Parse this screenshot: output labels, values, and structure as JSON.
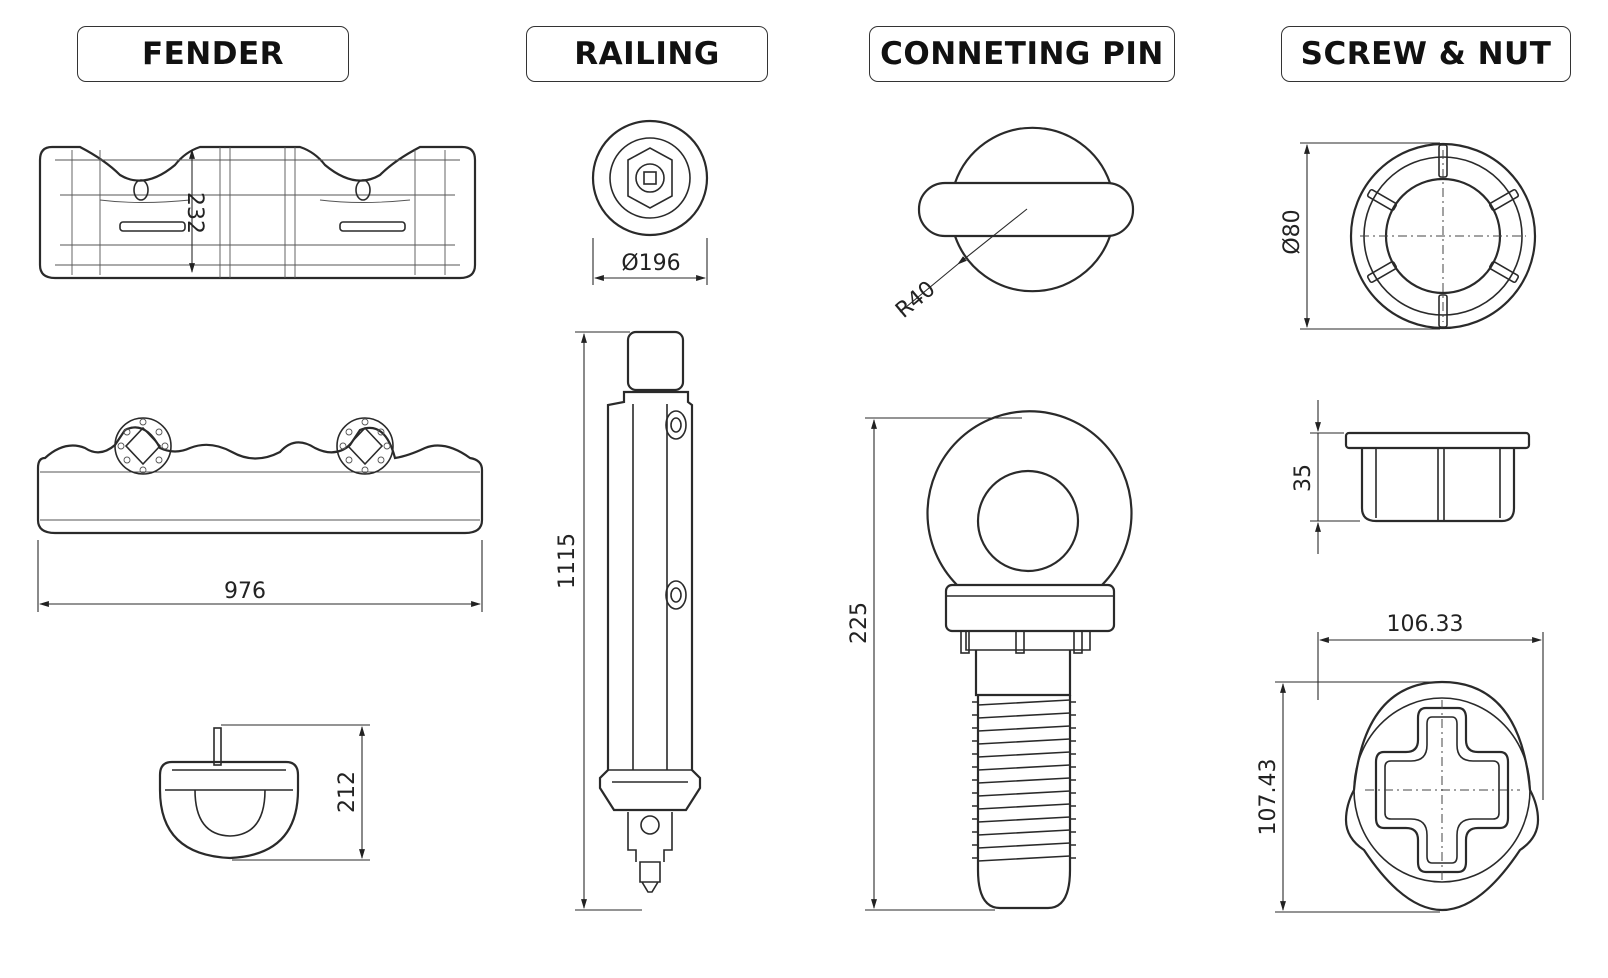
{
  "titles": {
    "fender": "FENDER",
    "railing": "RAILING",
    "connecting_pin": "CONNETING PIN",
    "screw_nut": "SCREW & NUT"
  },
  "dimensions": {
    "fender_height_top": "232",
    "fender_length": "976",
    "fender_section_height": "212",
    "railing_diameter": "Ø196",
    "railing_length": "1115",
    "pin_radius": "R40",
    "pin_length": "225",
    "nut_diameter": "Ø80",
    "nut_height": "35",
    "plate_width": "106.33",
    "plate_height": "107.43"
  }
}
